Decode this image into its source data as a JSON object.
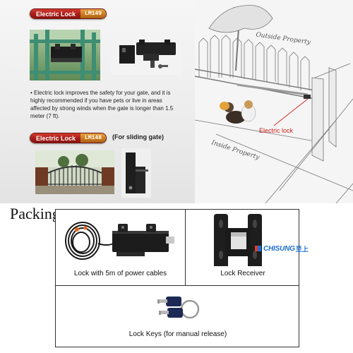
{
  "top": {
    "badge1": {
      "label": "Electric Lock",
      "model": "LM149"
    },
    "badge2": {
      "label": "Electric Lock",
      "model": "LM148"
    },
    "sliding_note": "(For sliding gate)",
    "description": "• Electric lock improves the safety for your gate, and it is highly recommended if you have pets or live in areas affected by strong winds when the gate is longer than 1.5 meter (7 ft).",
    "sketch": {
      "outside_label": "Outside Property",
      "inside_label": "Inside Property",
      "electric_lock_label": "Electric lock"
    }
  },
  "packing": {
    "title": "Packing:",
    "items": [
      {
        "caption": "Lock with 5m of power cables"
      },
      {
        "caption": "Lock Receiver"
      },
      {
        "caption": "Lock Keys (for manual release)"
      }
    ]
  },
  "brand": {
    "name": "CHISUNG",
    "cn": "至上"
  },
  "colors": {
    "badge_red": "#b3231c",
    "badge_orange": "#d0861f",
    "label_red": "#d0221b",
    "brand_blue": "#1e6fd0"
  }
}
